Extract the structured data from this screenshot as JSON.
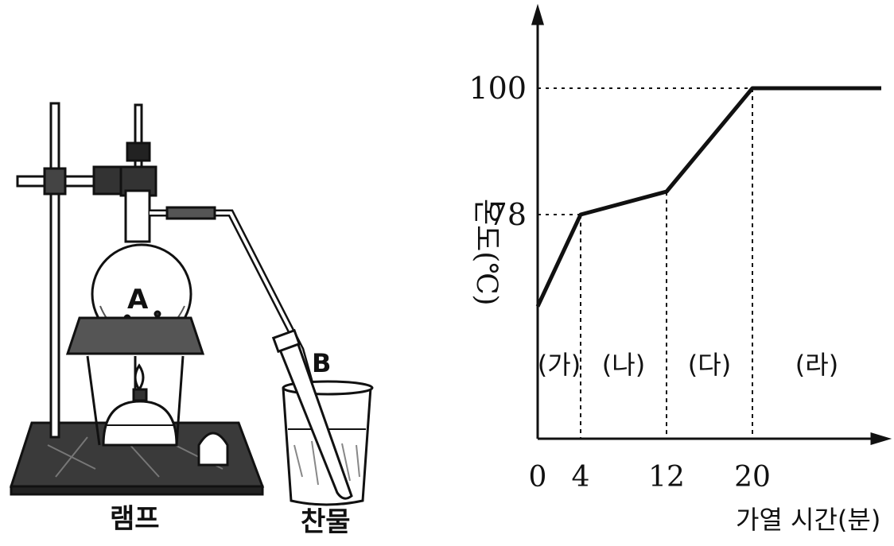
{
  "apparatus": {
    "flask_label": "A",
    "tube_label": "B",
    "lamp_label": "램프",
    "cold_water_label": "찬물"
  },
  "chart_data": {
    "type": "line",
    "ylabel": "온도(℃)",
    "xlabel": "가열 시간(분)",
    "x_ticks": [
      "0",
      "4",
      "12",
      "20"
    ],
    "y_ticks": [
      "78",
      "100"
    ],
    "xlim": [
      0,
      32
    ],
    "ylim": [
      40,
      115
    ],
    "series": [
      {
        "x": [
          0,
          4,
          12,
          20,
          32
        ],
        "y": [
          62,
          78,
          82,
          100,
          100
        ]
      }
    ],
    "regions": [
      {
        "label": "(가)",
        "from": 0,
        "to": 4
      },
      {
        "label": "(나)",
        "from": 4,
        "to": 12
      },
      {
        "label": "(다)",
        "from": 12,
        "to": 20
      },
      {
        "label": "(라)",
        "from": 20,
        "to": 32
      }
    ],
    "guides": [
      {
        "x": 4,
        "y": 78
      },
      {
        "x": 20,
        "y": 100
      },
      {
        "x": 12,
        "y": 82
      }
    ]
  }
}
